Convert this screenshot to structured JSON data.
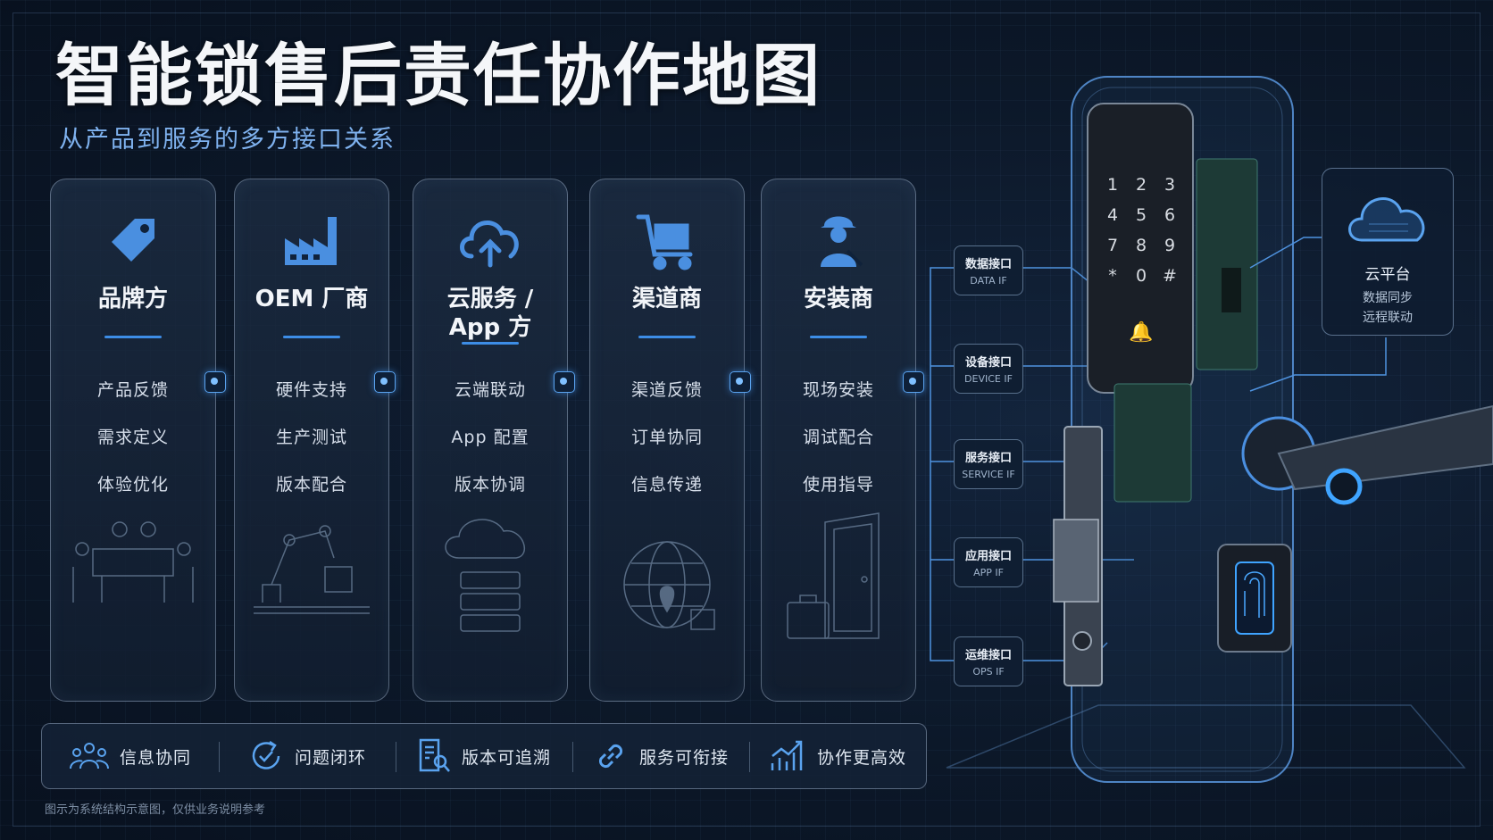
{
  "title": "智能锁售后责任协作地图",
  "subtitle": "从产品到服务的多方接口关系",
  "cards": [
    {
      "role": "品牌方",
      "items": [
        "产品反馈",
        "需求定义",
        "体验优化"
      ],
      "icon": "tag-icon"
    },
    {
      "role": "OEM 厂商",
      "items": [
        "硬件支持",
        "生产测试",
        "版本配合"
      ],
      "icon": "factory-icon"
    },
    {
      "role_line1": "云服务 /",
      "role_line2": "App 方",
      "items": [
        "云端联动",
        "App 配置",
        "版本协调"
      ],
      "icon": "cloud-upload-icon"
    },
    {
      "role": "渠道商",
      "items": [
        "渠道反馈",
        "订单协同",
        "信息传递"
      ],
      "icon": "cart-icon"
    },
    {
      "role": "安装商",
      "items": [
        "现场安装",
        "调试配合",
        "使用指导"
      ],
      "icon": "worker-icon"
    }
  ],
  "interfaces": [
    {
      "cn": "数据接口",
      "en": "DATA IF"
    },
    {
      "cn": "设备接口",
      "en": "DEVICE IF"
    },
    {
      "cn": "服务接口",
      "en": "SERVICE IF"
    },
    {
      "cn": "应用接口",
      "en": "APP IF"
    },
    {
      "cn": "运维接口",
      "en": "OPS IF"
    }
  ],
  "cloud_platform": {
    "title": "云平台",
    "line1": "数据同步",
    "line2": "远程联动"
  },
  "keypad": [
    "1",
    "2",
    "3",
    "4",
    "5",
    "6",
    "7",
    "8",
    "9",
    "*",
    "0",
    "#"
  ],
  "features": [
    {
      "label": "信息协同",
      "icon": "people-icon"
    },
    {
      "label": "问题闭环",
      "icon": "refresh-check-icon"
    },
    {
      "label": "版本可追溯",
      "icon": "document-search-icon"
    },
    {
      "label": "服务可衔接",
      "icon": "link-icon"
    },
    {
      "label": "协作更高效",
      "icon": "chart-up-icon"
    }
  ],
  "footnote": "图示为系统结构示意图，仅供业务说明参考",
  "colors": {
    "accent": "#3d8de6",
    "glow": "#5aa3ef",
    "background": "#0c1829"
  }
}
